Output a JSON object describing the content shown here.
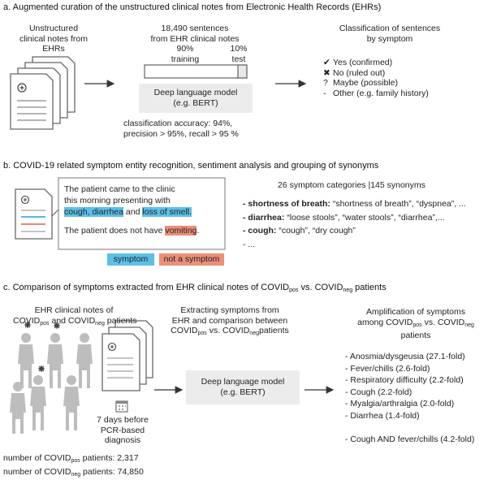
{
  "section_a": {
    "heading": "a. Augmented curation of the unstructured clinical notes from Electronic Health Records (EHRs)",
    "left_text": [
      "Unstructured",
      "clinical notes from",
      "EHRs"
    ],
    "center_top": [
      "18,490 sentences",
      "from EHR clinical notes"
    ],
    "split_training": [
      "90%",
      "training"
    ],
    "split_test": [
      "10%",
      "test"
    ],
    "model": [
      "Deep language model",
      "(e.g. BERT)"
    ],
    "accuracy": [
      "classification accuracy: 94%,",
      "precision > 95%, recall > 95 %"
    ],
    "right_title": [
      "Classification of sentences",
      "by symptom"
    ],
    "classes": [
      {
        "mark": "✔",
        "text": "Yes (confirmed)"
      },
      {
        "mark": "✖",
        "text": "No (ruled out)"
      },
      {
        "mark": "?",
        "text": "Maybe (possible)"
      },
      {
        "mark": "-",
        "text": "Other (e.g. family history)"
      }
    ]
  },
  "section_b": {
    "heading": "b. COVID-19 related symptom entity recognition, sentiment analysis and grouping of synonyms",
    "note_lines": [
      "The patient came to the clinic",
      "this morning presenting with"
    ],
    "hl1": "cough, diarrhea",
    "and": "and",
    "hl2": "loss of smell.",
    "neg_prefix": "The patient does not have",
    "hl3": "vomiting",
    "neg_suffix": ".",
    "legend_symptom": "symptom",
    "legend_not": "not a symptom",
    "stats": "26 symptom categories |145 synonyms",
    "synonyms": [
      {
        "key": "- shortness of breath:",
        "val": " “shortness of breath”, “dyspnea”, ..."
      },
      {
        "key": "- diarrhea:",
        "val": " “loose stools”, “water stools”, “diarrhea”,..."
      },
      {
        "key": "- cough:",
        "val": " “cough”, “dry cough”"
      },
      {
        "key": "- ...",
        "val": ""
      }
    ]
  },
  "section_c": {
    "heading_pre": "c. Comparison of symptoms extracted from EHR clinical notes of COVID",
    "heading_sub1": "pos",
    "heading_mid": " vs. COVID",
    "heading_sub2": "neg",
    "heading_post": " patients",
    "left_line1": "EHR clinical notes of",
    "left_l2_a": "COVID",
    "left_l2_sub1": "pos",
    "left_l2_b": " and COVID",
    "left_l2_sub2": "neg",
    "left_l2_c": " patients",
    "days": [
      "7 days before",
      "PCR-based",
      "diagnosis"
    ],
    "count_pos_label": "number of COVID",
    "count_pos_sub": "pos",
    "count_pos_val": " patients: 2,317",
    "count_neg_label": "number of COVID",
    "count_neg_sub": "neg",
    "count_neg_val": " patients: 74,850",
    "center_line1": "Extracting symptoms from",
    "center_line2": "EHR and comparison between",
    "center_l3_a": "COVID",
    "center_l3_sub1": "pos",
    "center_l3_b": " vs. COVID",
    "center_l3_sub2": "neg",
    "center_l3_c": "patients",
    "model": [
      "Deep language model",
      "(e.g. BERT)"
    ],
    "right_line1": "Amplification of symptoms",
    "right_l2_a": "among COVID",
    "right_l2_sub1": "pos",
    "right_l2_b": " vs. COVID",
    "right_l2_sub2": "neg",
    "right_line3": "patients",
    "amplifications": [
      "- Anosmia/dysgeusia (27.1-fold)",
      "- Fever/chills (2.6-fold)",
      "- Respiratory difficulty (2.2-fold)",
      "- Cough (2.2-fold)",
      "- Myalgia/arthralgia (2.0-fold)",
      "- Diarrhea (1.4-fold)"
    ],
    "amplification_combo": "- Cough AND fever/chills (4.2-fold)"
  }
}
